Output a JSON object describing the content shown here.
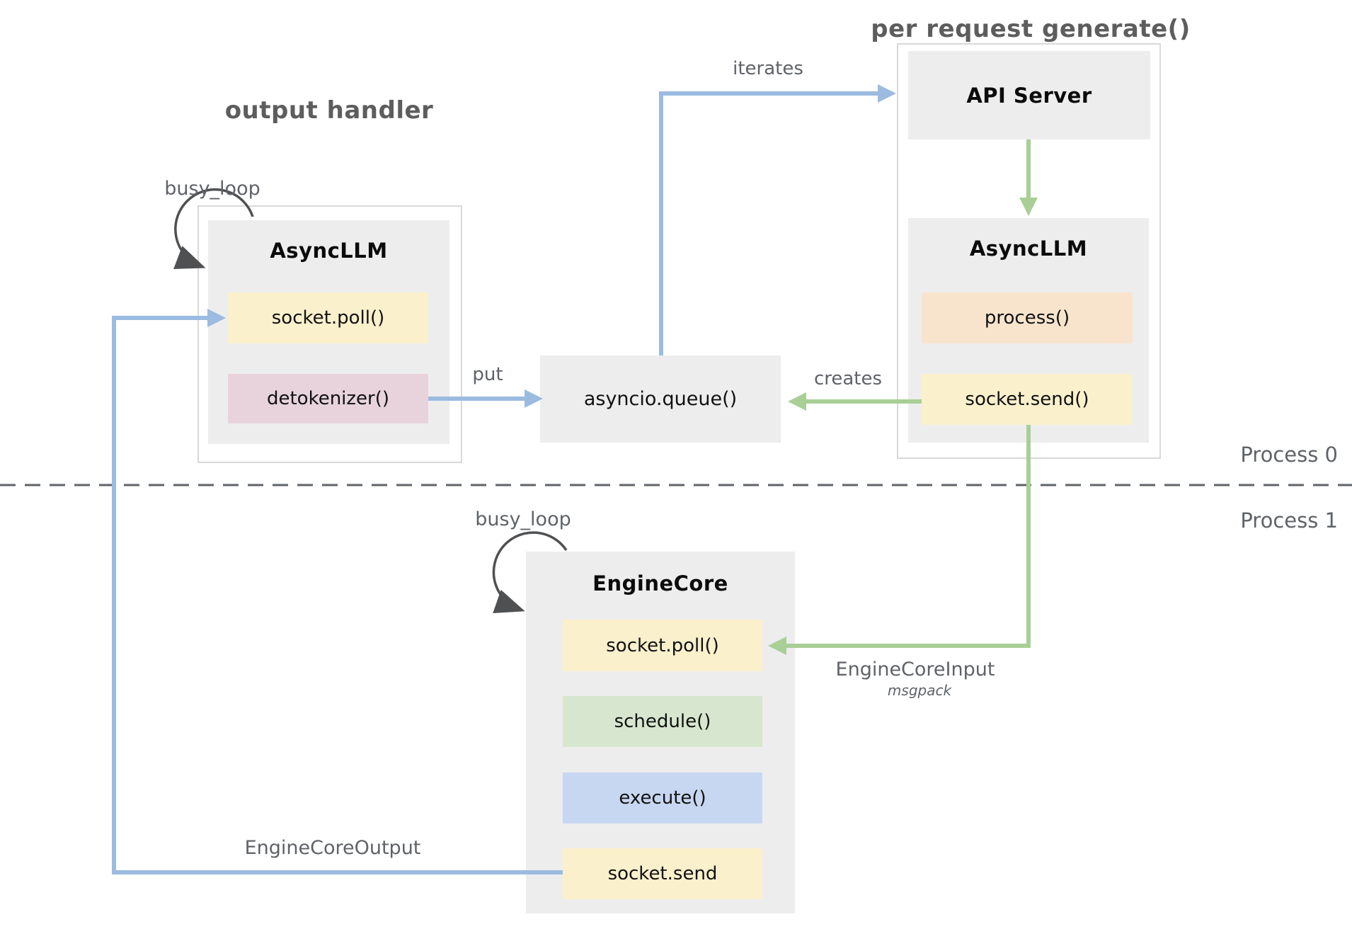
{
  "titles": {
    "output_handler": "output handler",
    "per_request_generate": "per request generate()"
  },
  "annotations": {
    "busy_loop_top": "busy_loop",
    "busy_loop_bottom": "busy_loop",
    "iterates": "iterates",
    "put": "put",
    "creates": "creates",
    "process_0": "Process 0",
    "process_1": "Process 1",
    "engine_core_input": "EngineCoreInput",
    "engine_core_input_format": "msgpack",
    "engine_core_output": "EngineCoreOutput"
  },
  "boxes": {
    "api_server": {
      "title": "API Server"
    },
    "output_async_llm": {
      "title": "AsyncLLM",
      "methods": [
        {
          "label": "socket.poll()",
          "color": "yellow"
        },
        {
          "label": "detokenizer()",
          "color": "pink"
        }
      ]
    },
    "request_async_llm": {
      "title": "AsyncLLM",
      "methods": [
        {
          "label": "process()",
          "color": "orange"
        },
        {
          "label": "socket.send()",
          "color": "yellow"
        }
      ]
    },
    "queue": {
      "label": "asyncio.queue()"
    },
    "engine_core": {
      "title": "EngineCore",
      "methods": [
        {
          "label": "socket.poll()",
          "color": "yellow"
        },
        {
          "label": "schedule()",
          "color": "green"
        },
        {
          "label": "execute()",
          "color": "blue"
        },
        {
          "label": "socket.send",
          "color": "yellow"
        }
      ]
    }
  },
  "colors": {
    "panel_gray": "#ededee",
    "container_border": "#d9d9d9",
    "yellow": "#faf0cc",
    "pink": "#e8d3dd",
    "orange": "#f8e4cd",
    "green_fill": "#d7e7cf",
    "blue_fill": "#c7d7f1",
    "arrow_blue": "#9bbbe0",
    "arrow_green": "#a9cf96",
    "ink_dark": "#4f5052",
    "ink_gray": "#5f6368"
  }
}
